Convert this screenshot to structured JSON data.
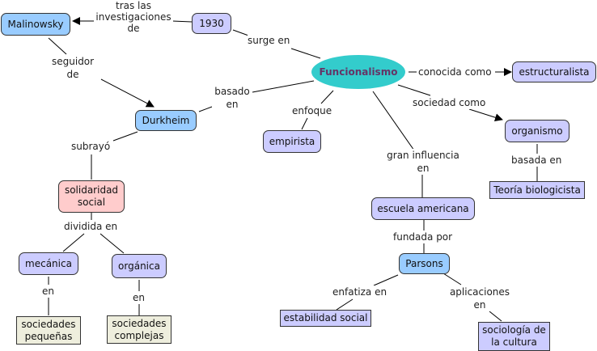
{
  "colors": {
    "main_concept": "#33cccc",
    "main_concept_text": "#663366",
    "person_node": "#99ccff",
    "concept_node": "#ccccff",
    "highlight_node": "#ffcccc",
    "example_node": "#eeeedd",
    "lines": "#000000"
  },
  "nodes": {
    "funcionalismo": "Funcionalismo",
    "y1930": "1930",
    "malinowsky": "Malinowsky",
    "durkheim": "Durkheim",
    "empirista": "empirista",
    "estructuralista": "estructuralista",
    "organismo": "organismo",
    "teoria": "Teoría biologicista",
    "escuela": "escuela americana",
    "parsons": "Parsons",
    "estabilidad": "estabilidad social",
    "sociologia": "sociología de la cultura",
    "solidaridad": "solidaridad social",
    "mecanica": "mecánica",
    "organica": "orgánica",
    "pequenas": "sociedades pequeñas",
    "complejas": "sociedades complejas"
  },
  "links": {
    "tras": "tras las investigaciones de",
    "surge": "surge en",
    "seguidor": "seguidor de",
    "basado": "basado en",
    "enfoque": "enfoque",
    "conocida": "conocida como",
    "sociedad": "sociedad como",
    "basada": "basada en",
    "gran": "gran influencia en",
    "fundada": "fundada por",
    "enfatiza": "enfatiza en",
    "aplicaciones": "aplicaciones en",
    "subrayo": "subrayó",
    "dividida": "dividida en",
    "en1": "en",
    "en2": "en"
  }
}
